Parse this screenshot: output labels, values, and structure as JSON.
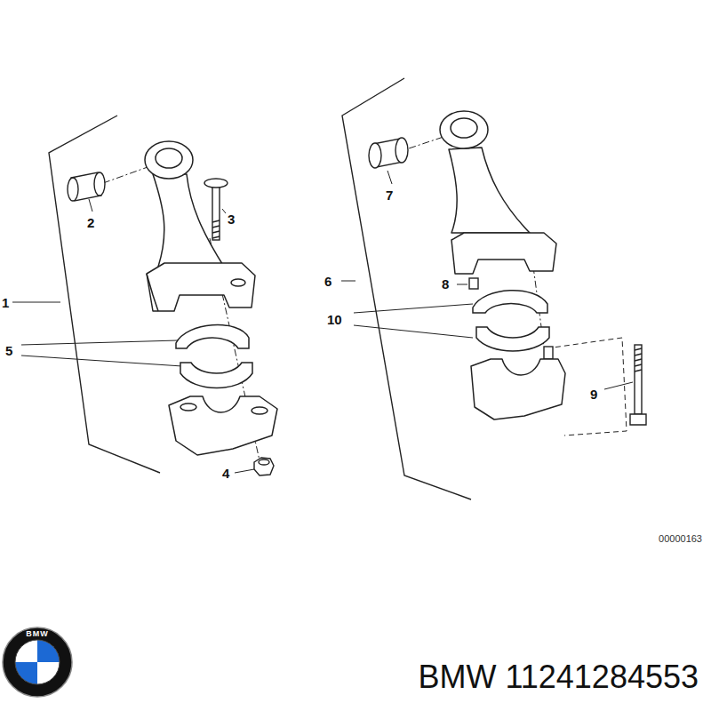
{
  "diagram": {
    "labels": [
      "1",
      "2",
      "3",
      "4",
      "5",
      "6",
      "7",
      "8",
      "9",
      "10",
      "00000163",
      "BMW",
      "BMW 11241284553"
    ]
  }
}
